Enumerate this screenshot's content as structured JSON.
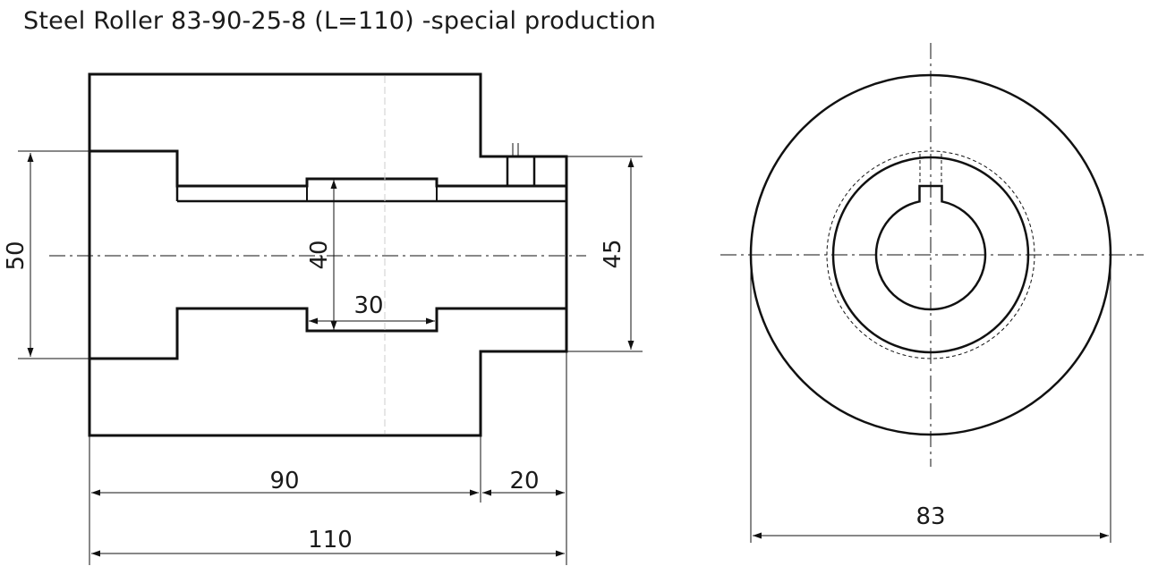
{
  "title": "Steel Roller 83-90-25-8 (L=110) -special production",
  "dimensions": {
    "d50": "50",
    "d40": "40",
    "d30": "30",
    "d45": "45",
    "d90": "90",
    "d20": "20",
    "d110": "110",
    "d83": "83"
  },
  "colors": {
    "line": "#111111",
    "background": "#ffffff"
  }
}
